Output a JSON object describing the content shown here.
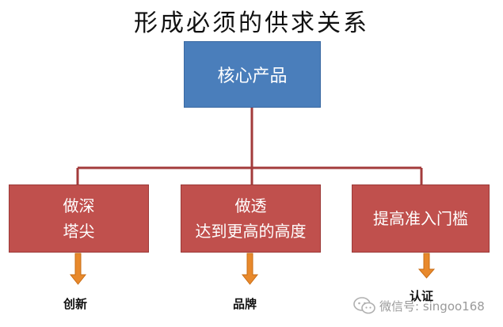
{
  "title": "形成必须的供求关系",
  "core": "核心产品",
  "branches": [
    {
      "lines": [
        "做深",
        "塔尖"
      ],
      "result": "创新"
    },
    {
      "lines": [
        "做透",
        "达到更高的高度"
      ],
      "result": "品牌"
    },
    {
      "lines": [
        "提高准入门槛"
      ],
      "result": "认证"
    }
  ],
  "watermark": "微信号: singoo168",
  "colors": {
    "core_box": "#4a7ebb",
    "branch_box": "#c0504d",
    "connector": "#a33b3b",
    "arrow": "#e8892c"
  }
}
